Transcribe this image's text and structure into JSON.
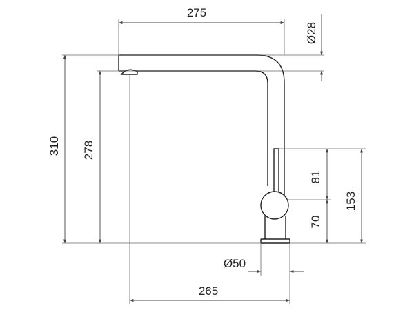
{
  "drawing": {
    "dimensions": {
      "spout_length": "275",
      "spout_diameter": "Ø28",
      "overall_height": "310",
      "outlet_height": "278",
      "handle_height_upper": "81",
      "handle_height_lower": "70",
      "handle_total_height": "153",
      "base_diameter": "Ø50",
      "reach": "265"
    },
    "colors": {
      "outline": "#222222",
      "dimension_line": "#666666",
      "background": "#ffffff"
    }
  }
}
